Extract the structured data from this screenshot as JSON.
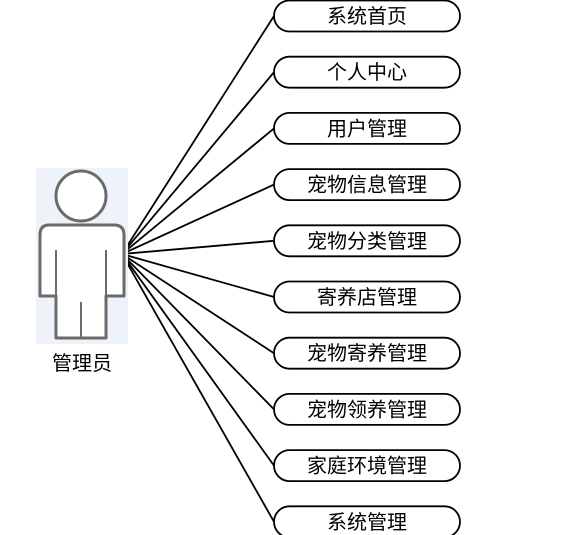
{
  "actor": {
    "label": "管理员"
  },
  "use_cases": [
    {
      "label": "系统首页"
    },
    {
      "label": "个人中心"
    },
    {
      "label": "用户管理"
    },
    {
      "label": "宠物信息管理"
    },
    {
      "label": "宠物分类管理"
    },
    {
      "label": "寄养店管理"
    },
    {
      "label": "宠物寄养管理"
    },
    {
      "label": "宠物领养管理"
    },
    {
      "label": "家庭环境管理"
    },
    {
      "label": "系统管理"
    }
  ],
  "colors": {
    "line": "#000000",
    "actor_stroke": "#6b6b6b",
    "actor_shadow": "#dbe6f2",
    "text": "#000000"
  }
}
